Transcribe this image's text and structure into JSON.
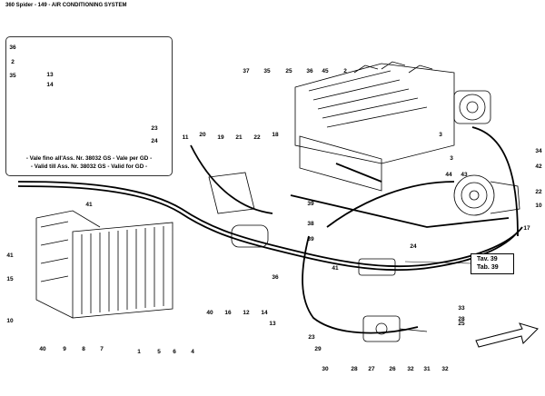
{
  "title": "360 Spider - 149 - AIR CONDITIONING SYSTEM",
  "inset": {
    "caption_it": "- Vale fino all'Ass. Nr. 38032 GS - Vale per GD -",
    "caption_en": "- Valid till Ass. Nr. 38032 GS - Valid for GD -"
  },
  "tav_box": {
    "line1": "Tav. 39",
    "line2": "Tab. 39"
  },
  "callouts": {
    "c36i": "36",
    "c2i": "2",
    "c35i": "35",
    "c13i": "13",
    "c14i": "14",
    "c23i": "23",
    "c24i": "24",
    "c37": "37",
    "c35": "35",
    "c25a": "25",
    "c36": "36",
    "c45": "45",
    "c2": "2",
    "c3a": "3",
    "c3b": "3",
    "c34": "34",
    "c42": "42",
    "c44": "44",
    "c43": "43",
    "c22": "22",
    "c10a": "10",
    "c17": "17",
    "c11": "11",
    "c20": "20",
    "c19": "19",
    "c21": "21",
    "c22b": "22",
    "c18": "18",
    "c39": "39",
    "c38": "38",
    "c39b": "39",
    "c41": "41",
    "c24": "24",
    "c41b": "41",
    "c41c": "41",
    "c15": "15",
    "c10": "10",
    "c40": "40",
    "c9": "9",
    "c8": "8",
    "c7": "7",
    "c1": "1",
    "c5": "5",
    "c6": "6",
    "c4": "4",
    "c40b": "40",
    "c16": "16",
    "c12": "12",
    "c14": "14",
    "c13": "13",
    "c36b": "36",
    "c33": "33",
    "c28": "28",
    "c25b": "25",
    "c23": "23",
    "c29": "29",
    "c30": "30",
    "c28b": "28",
    "c27": "27",
    "c26": "26",
    "c31": "31",
    "c32a": "32",
    "c32b": "32"
  }
}
